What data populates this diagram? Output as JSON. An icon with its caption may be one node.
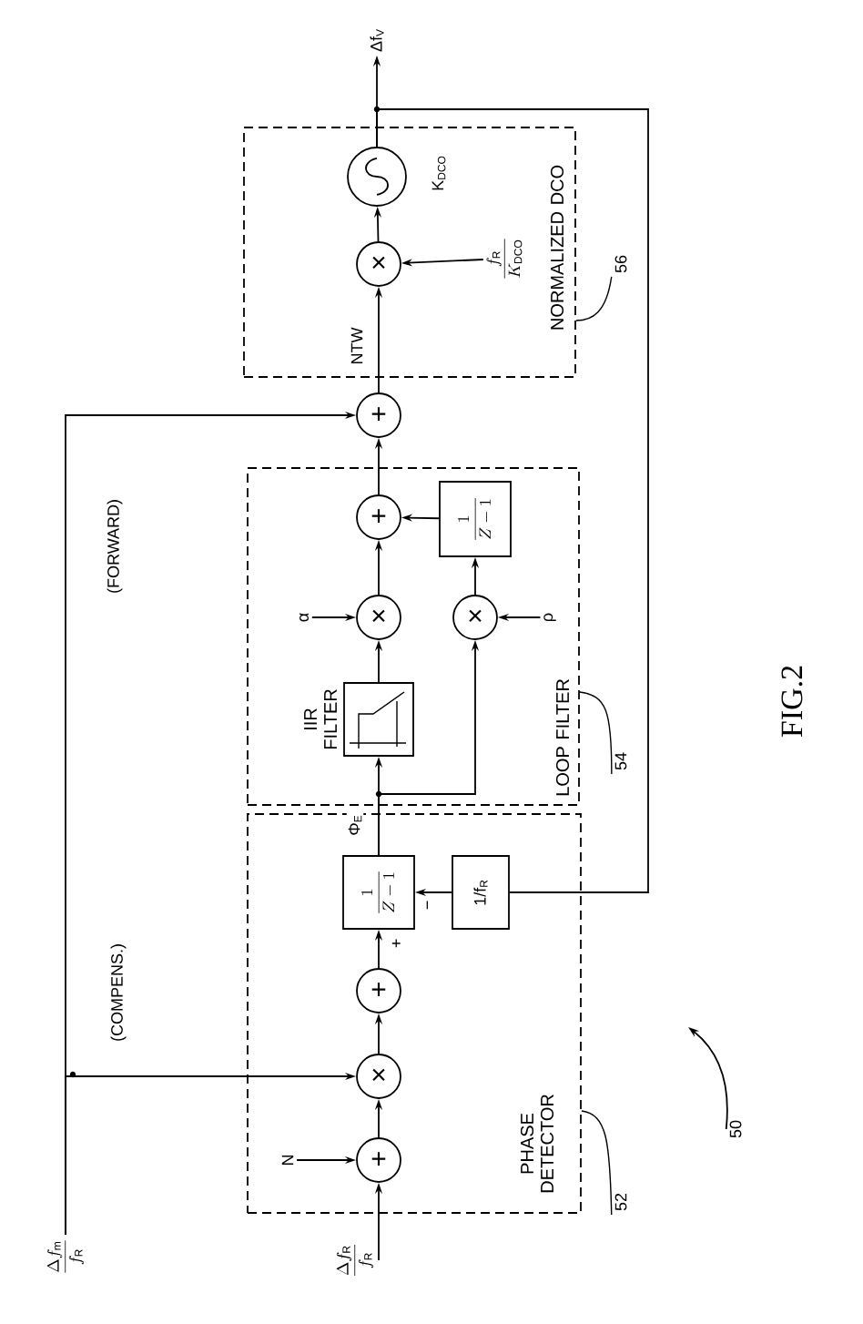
{
  "diagram": {
    "caption": "FIG.2",
    "nodes": [
      {
        "text": [
          "PHASE DETECTOR"
        ]
      },
      {
        "text": [
          "+"
        ],
        "in": 0
      },
      {
        "text": [
          "×"
        ],
        "in": 0
      },
      {
        "text": [
          "+"
        ],
        "in": 0
      },
      {
        "text": [
          "\\frac{1}{Z-1}"
        ],
        "in": 0
      },
      {
        "text": [
          "1/f$_{R}$"
        ],
        "in": 0
      },
      {
        "text": [
          "LOOP FILTER"
        ]
      },
      {
        "text": [
          "IIR FILTER"
        ],
        "in": 6
      },
      {
        "text": [
          "×"
        ],
        "in": 6
      },
      {
        "text": [
          "×"
        ],
        "in": 6
      },
      {
        "text": [
          "\\frac{1}{Z-1}"
        ],
        "in": 6
      },
      {
        "text": [
          "+"
        ],
        "in": 6
      },
      {
        "text": [
          "NORMALIZED DCO"
        ]
      },
      {
        "text": [
          "×"
        ],
        "in": 12
      },
      {
        "text": [],
        "shape": "circle",
        "in": 12,
        "beside": [
          "K$_{DCO}$"
        ]
      },
      {
        "text": [
          "+"
        ]
      },
      {
        "text": [
          "\\frac{\\Delta f_{\\mathrm{R}}}{f_{\\mathrm{R}}}"
        ]
      },
      {
        "text": [
          "N"
        ],
        "in": 0
      },
      {
        "text": [
          "\\frac{\\Delta f_{\\mathrm{m}}}{f_{\\mathrm{R}}}"
        ]
      },
      {
        "text": [
          "α"
        ],
        "in": 6
      },
      {
        "text": [
          "ρ"
        ],
        "in": 6
      },
      {
        "text": [
          "\\frac{f_{\\mathrm{R}}}{K_{\\mathrm{DCO}}}"
        ],
        "in": 12
      },
      {
        "text": [
          "Δf$_{V}$"
        ]
      },
      {
        "text": [
          "52"
        ]
      },
      {
        "text": [
          "54"
        ]
      },
      {
        "text": [
          "56"
        ]
      },
      {
        "text": [
          "50"
        ]
      }
    ],
    "edges": [
      {
        "from": 16,
        "to": 1,
        "arrow": "to"
      },
      {
        "from": 17,
        "to": 1,
        "arrow": "to"
      },
      {
        "from": 1,
        "to": 2,
        "arrow": "to"
      },
      {
        "from": 18,
        "to": 2,
        "arrow": "to",
        "label": "(COMPENS.)"
      },
      {
        "from": 18,
        "to": 15,
        "arrow": "to",
        "label": "(FORWARD)"
      },
      {
        "from": 2,
        "to": 3,
        "arrow": "to"
      },
      {
        "from": 3,
        "to": 4,
        "arrow": "to"
      },
      {
        "from": 5,
        "to": 4,
        "arrow": "to"
      },
      {
        "from": 4,
        "to": 7,
        "arrow": "to",
        "label": "Φ$_{E}$"
      },
      {
        "from": 4,
        "to": 9,
        "arrow": "to"
      },
      {
        "from": 7,
        "to": 8,
        "arrow": "to"
      },
      {
        "from": 19,
        "to": 8,
        "arrow": "to"
      },
      {
        "from": 20,
        "to": 9,
        "arrow": "to"
      },
      {
        "from": 9,
        "to": 10,
        "arrow": "to"
      },
      {
        "from": 8,
        "to": 11,
        "arrow": "to"
      },
      {
        "from": 10,
        "to": 11,
        "arrow": "to"
      },
      {
        "from": 11,
        "to": 15,
        "arrow": "to"
      },
      {
        "from": 15,
        "to": 13,
        "arrow": "to",
        "label": "NTW"
      },
      {
        "from": 21,
        "to": 13,
        "arrow": "to"
      },
      {
        "from": 13,
        "to": 14,
        "arrow": "to"
      },
      {
        "from": 14,
        "to": 22,
        "arrow": "to"
      },
      {
        "from": 14,
        "to": 5,
        "arrow": "none"
      },
      {
        "from": 23,
        "to": 0,
        "arrow": "none"
      },
      {
        "from": 24,
        "to": 6,
        "arrow": "none"
      },
      {
        "from": 25,
        "to": 12,
        "arrow": "none"
      },
      {
        "from": 26,
        "to": null,
        "arrow": "to"
      }
    ],
    "labels": [
      "+",
      "−"
    ]
  }
}
